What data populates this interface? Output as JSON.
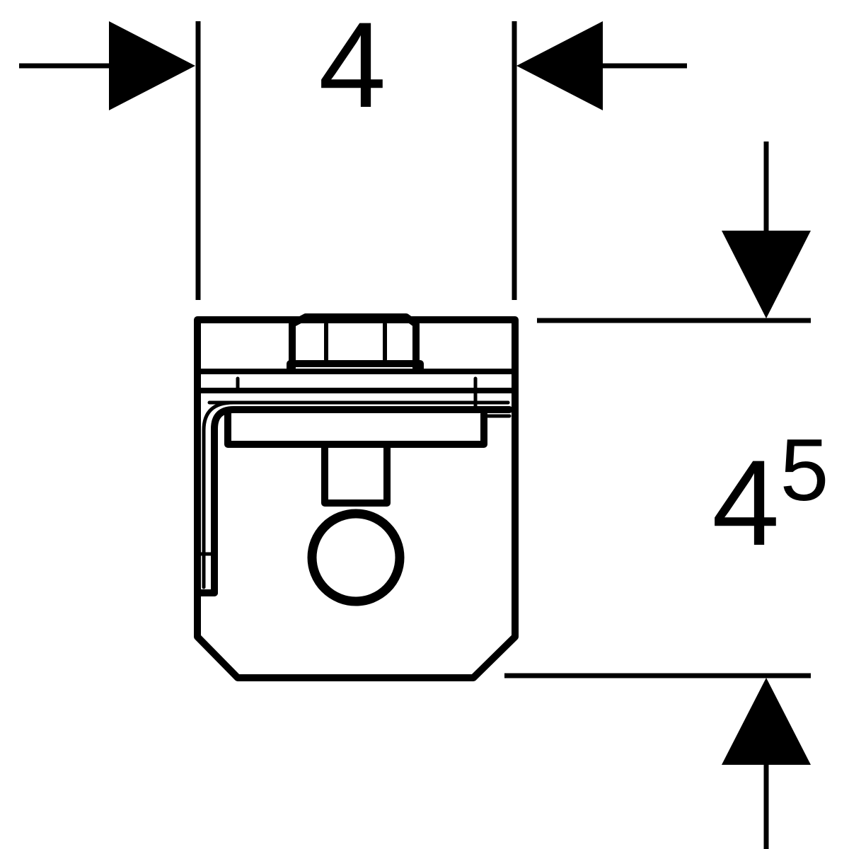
{
  "dimensions": {
    "width": {
      "value": "4"
    },
    "height": {
      "base": "4",
      "superscript": "5"
    }
  },
  "colors": {
    "line": "#000000",
    "background": "#ffffff"
  }
}
